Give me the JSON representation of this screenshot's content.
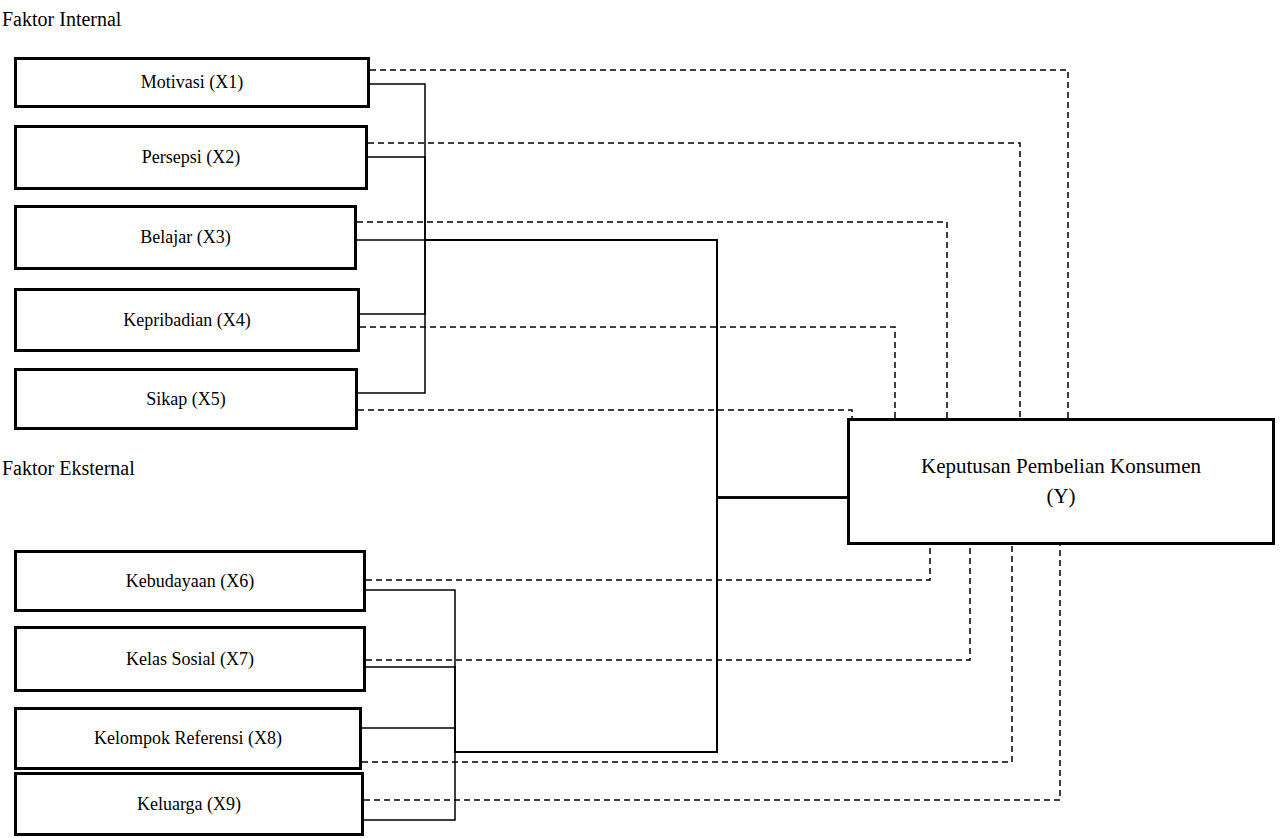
{
  "diagram": {
    "nodes": [
      {
        "text": [
          "Motivasi (X1)"
        ]
      },
      {
        "text": [
          "Persepsi (X2)"
        ]
      },
      {
        "text": [
          "Belajar (X3)"
        ]
      },
      {
        "text": [
          "Kepribadian (X4)"
        ]
      },
      {
        "text": [
          "Sikap (X5)"
        ]
      },
      {
        "text": [
          "Kebudayaan (X6)"
        ]
      },
      {
        "text": [
          "Kelas Sosial (X7)"
        ]
      },
      {
        "text": [
          "Kelompok Referensi (X8)"
        ]
      },
      {
        "text": [
          "Keluarga (X9)"
        ]
      },
      {
        "text": [
          "Keputusan Pembelian Konsumen (Y)"
        ]
      }
    ],
    "edges": [
      {
        "from": 0,
        "to": 9,
        "arrow": "none"
      },
      {
        "from": 1,
        "to": 9,
        "arrow": "none"
      },
      {
        "from": 2,
        "to": 9,
        "arrow": "none"
      },
      {
        "from": 3,
        "to": 9,
        "arrow": "none"
      },
      {
        "from": 4,
        "to": 9,
        "arrow": "none"
      },
      {
        "from": 5,
        "to": 9,
        "arrow": "none"
      },
      {
        "from": 6,
        "to": 9,
        "arrow": "none"
      },
      {
        "from": 7,
        "to": 9,
        "arrow": "none"
      },
      {
        "from": 8,
        "to": 9,
        "arrow": "none"
      },
      {
        "from": 0,
        "to": 9,
        "arrow": "none"
      },
      {
        "from": 1,
        "to": 9,
        "arrow": "none"
      },
      {
        "from": 2,
        "to": 9,
        "arrow": "none"
      },
      {
        "from": 3,
        "to": 9,
        "arrow": "none"
      },
      {
        "from": 4,
        "to": 9,
        "arrow": "none"
      },
      {
        "from": 5,
        "to": 9,
        "arrow": "none"
      },
      {
        "from": 6,
        "to": 9,
        "arrow": "none"
      },
      {
        "from": 7,
        "to": 9,
        "arrow": "none"
      },
      {
        "from": 8,
        "to": 9,
        "arrow": "none"
      }
    ],
    "labels": [
      "Faktor Internal",
      "Faktor Eksternal"
    ]
  }
}
